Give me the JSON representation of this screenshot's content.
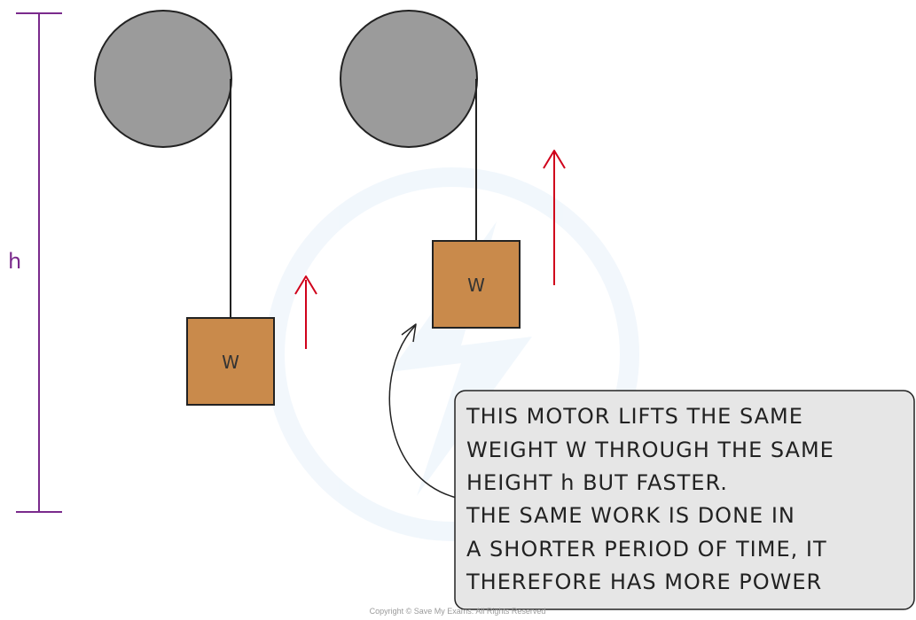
{
  "height_label": "h",
  "left_motor": {
    "weight_label": "W"
  },
  "right_motor": {
    "weight_label": "W"
  },
  "callout": {
    "lines": [
      "THIS MOTOR LIFTS THE SAME",
      "WEIGHT W THROUGH THE SAME",
      "HEIGHT h BUT FASTER.",
      "THE SAME WORK IS DONE IN",
      "A SHORTER PERIOD OF TIME, IT",
      "THEREFORE HAS MORE POWER"
    ]
  },
  "copyright": "Copyright © Save My Exams. All Rights Reserved",
  "colors": {
    "pulley": "#9b9b9b",
    "pulley_outline": "#222222",
    "weight_fill": "#c98a4b",
    "arrow": "#d0021b",
    "height_marker": "#7a2a8c",
    "callout_fill": "#e6e6e6"
  }
}
